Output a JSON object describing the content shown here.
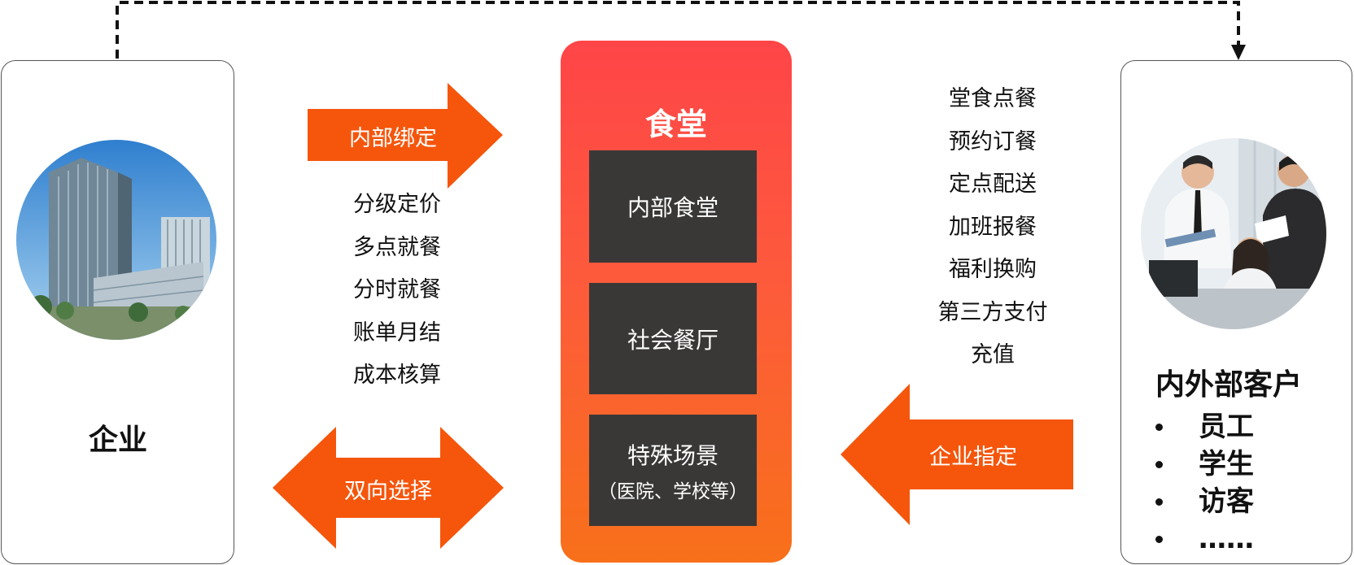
{
  "enterprise": {
    "title": "企业",
    "image_icon": "office-building-photo"
  },
  "customers": {
    "title": "内外部客户",
    "items": [
      "员工",
      "学生",
      "访客",
      "……"
    ],
    "image_icon": "business-people-photo"
  },
  "canteen": {
    "title": "食堂",
    "boxes": [
      {
        "label": "内部食堂",
        "sub": ""
      },
      {
        "label": "社会餐厅",
        "sub": ""
      },
      {
        "label": "特殊场景",
        "sub": "（医院、学校等）"
      }
    ]
  },
  "arrows": {
    "internal_binding": "内部绑定",
    "two_way_choice": "双向选择",
    "enterprise_designated": "企业指定"
  },
  "left_features": [
    "分级定价",
    "多点就餐",
    "分时就餐",
    "账单月结",
    "成本核算"
  ],
  "right_features": [
    "堂食点餐",
    "预约订餐",
    "定点配送",
    "加班报餐",
    "福利换购",
    "第三方支付",
    "充值"
  ],
  "colors": {
    "arrow": "#f5560c",
    "canteen_top": "#ff4548",
    "canteen_bottom": "#f8701a",
    "dark_box": "#3a3837"
  }
}
